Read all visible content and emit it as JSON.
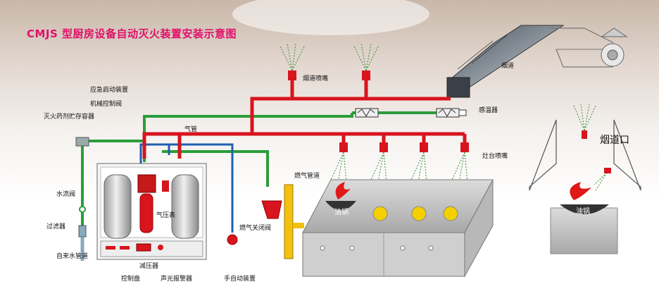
{
  "title": "CMJS 型厨房设备自动灭火装置安装示意图",
  "labels": {
    "emergency_start": "应急启动装置",
    "mech_valve": "机械控制阀",
    "agent_tank": "灭火药剂贮存容器",
    "gas_tube": "气管",
    "flue_nozzle": "烟道喷嘴",
    "flue": "烟道",
    "sensor": "感温器",
    "stove_nozzle": "灶台喷嘴",
    "water_valve": "水流阀",
    "filter": "过滤器",
    "water_pipe": "自来水管道",
    "gas_pipe": "燃气管道",
    "gas_shutoff": "燃气关闭阀",
    "pressure_gauge": "气压表",
    "reducer": "减压器",
    "control_panel": "控制盘",
    "alarm": "声光报警器",
    "manual_start": "手自动装置",
    "wok": "油锅",
    "wok_right": "油锅",
    "flue_mouth": "烟道口"
  },
  "colors": {
    "title": "#e0106a",
    "water_pipe": "#2a9d3a",
    "agent_pipe": "#d8141e",
    "gas_tube": "#1e5fb0",
    "gas_pipe": "#f4c010"
  }
}
